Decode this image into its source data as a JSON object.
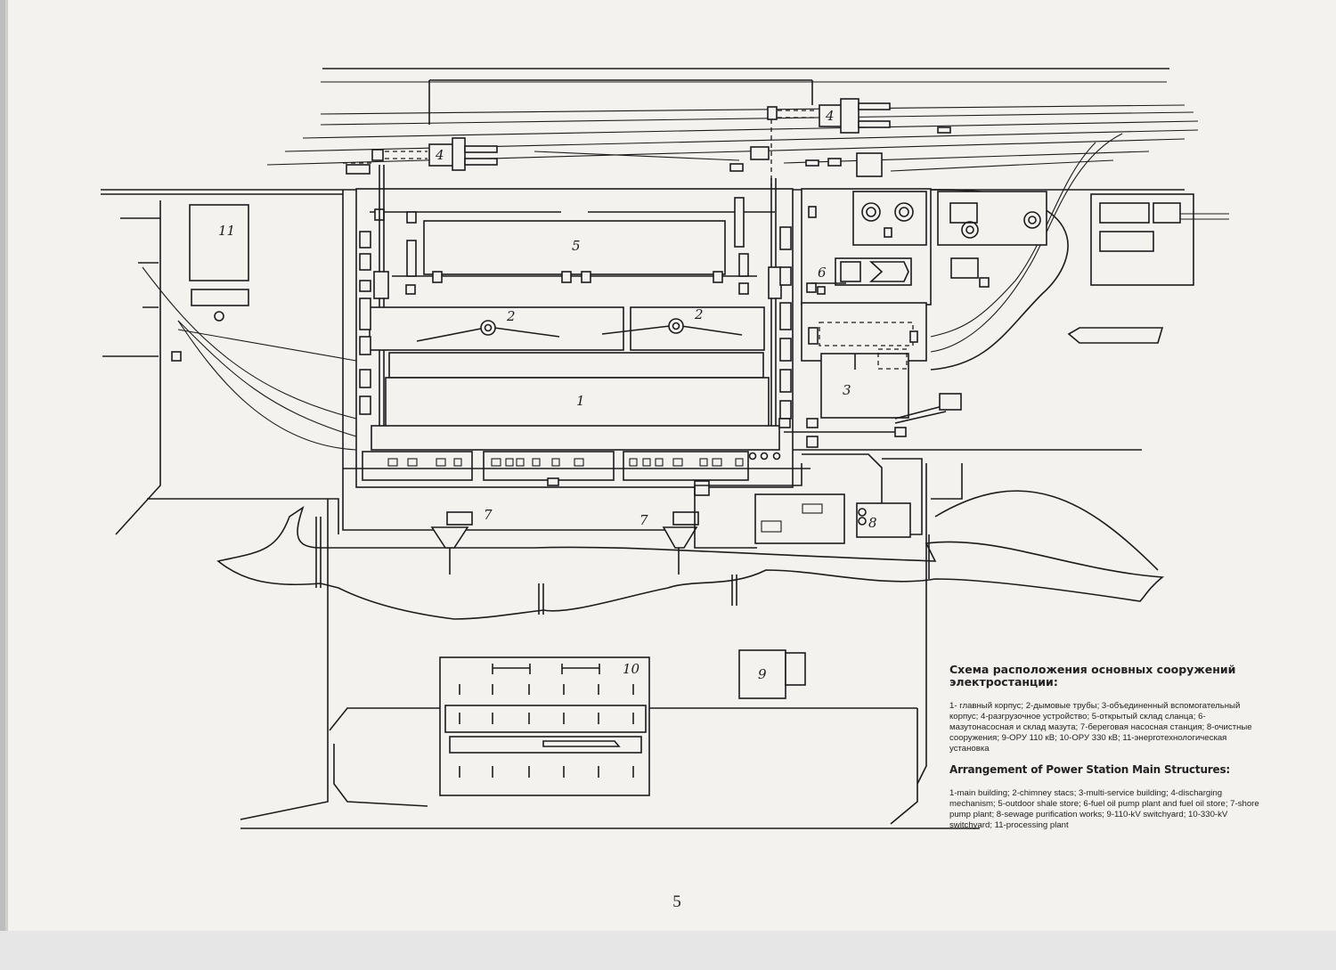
{
  "diagram": {
    "labels": {
      "main_building": "1",
      "chimney_left": "2",
      "chimney_right": "2",
      "multi_service_building": "3",
      "discharging_left": "4",
      "discharging_right": "4",
      "shale_store": "5",
      "fuel_oil_pump": "6",
      "shore_pump_left": "7",
      "shore_pump_right": "7",
      "sewage_works": "8",
      "switchyard_110": "9",
      "switchyard_330": "10",
      "processing_plant": "11"
    }
  },
  "legend": {
    "title_ru": "Схема расположения основных сооружений электростанции:",
    "text_ru": "1- главный корпус; 2-дымовые трубы; 3-объединенный вспомогательный корпус; 4-разгрузочное устройство; 5-открытый склад сланца; 6-мазутонасосная и склад мазута; 7-береговая насосная станция; 8-очистные сооружения; 9-ОРУ 110 кВ; 10-ОРУ 330 кВ; 11-энерготехнологическая установка",
    "title_en": "Arrangement of Power Station Main Structures:",
    "text_en": "1-main building; 2-chimney stacs; 3-multi-service building; 4-discharging mechanism; 5-outdoor shale store; 6-fuel oil pump plant and fuel oil store; 7-shore pump plant; 8-sewage purification works; 9-110-kV switchyard; 10-330-kV switchyard; 11-processing plant"
  },
  "page_number": "5",
  "colors": {
    "paper": "#f3f2ef",
    "ink": "#1c1c1c"
  }
}
